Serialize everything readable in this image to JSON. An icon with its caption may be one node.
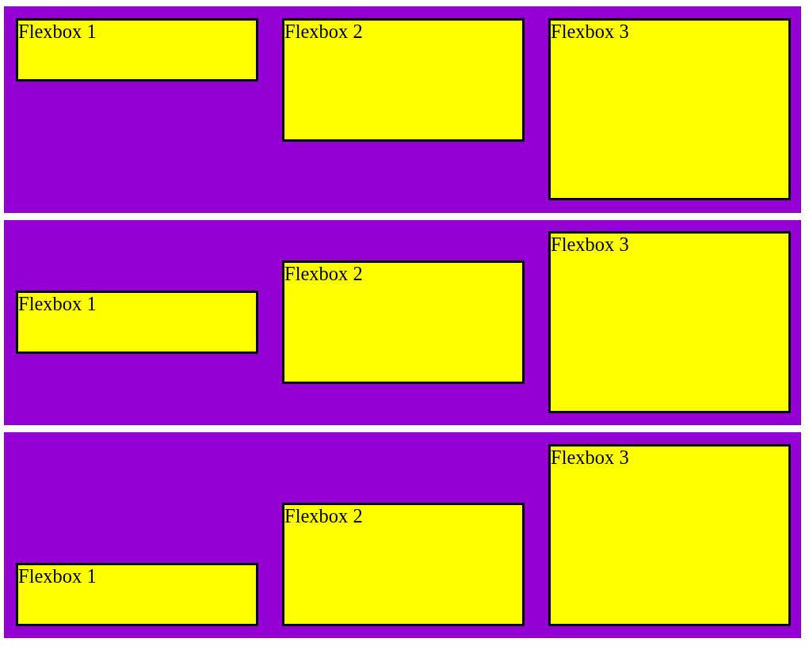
{
  "diagram": {
    "nodes": [
      {
        "text": [],
        "shape": "box"
      },
      {
        "text": [
          "Flexbox 1"
        ],
        "in": 0
      },
      {
        "text": [
          "Flexbox 2"
        ],
        "in": 0
      },
      {
        "text": [
          "Flexbox 3"
        ],
        "in": 0
      },
      {
        "text": [],
        "shape": "box"
      },
      {
        "text": [
          "Flexbox 1"
        ],
        "in": 4
      },
      {
        "text": [
          "Flexbox 2"
        ],
        "in": 4
      },
      {
        "text": [
          "Flexbox 3"
        ],
        "in": 4
      },
      {
        "text": [],
        "shape": "box"
      },
      {
        "text": [
          "Flexbox 1"
        ],
        "in": 8
      },
      {
        "text": [
          "Flexbox 2"
        ],
        "in": 8
      },
      {
        "text": [
          "Flexbox 3"
        ],
        "in": 8
      }
    ],
    "edges": []
  }
}
